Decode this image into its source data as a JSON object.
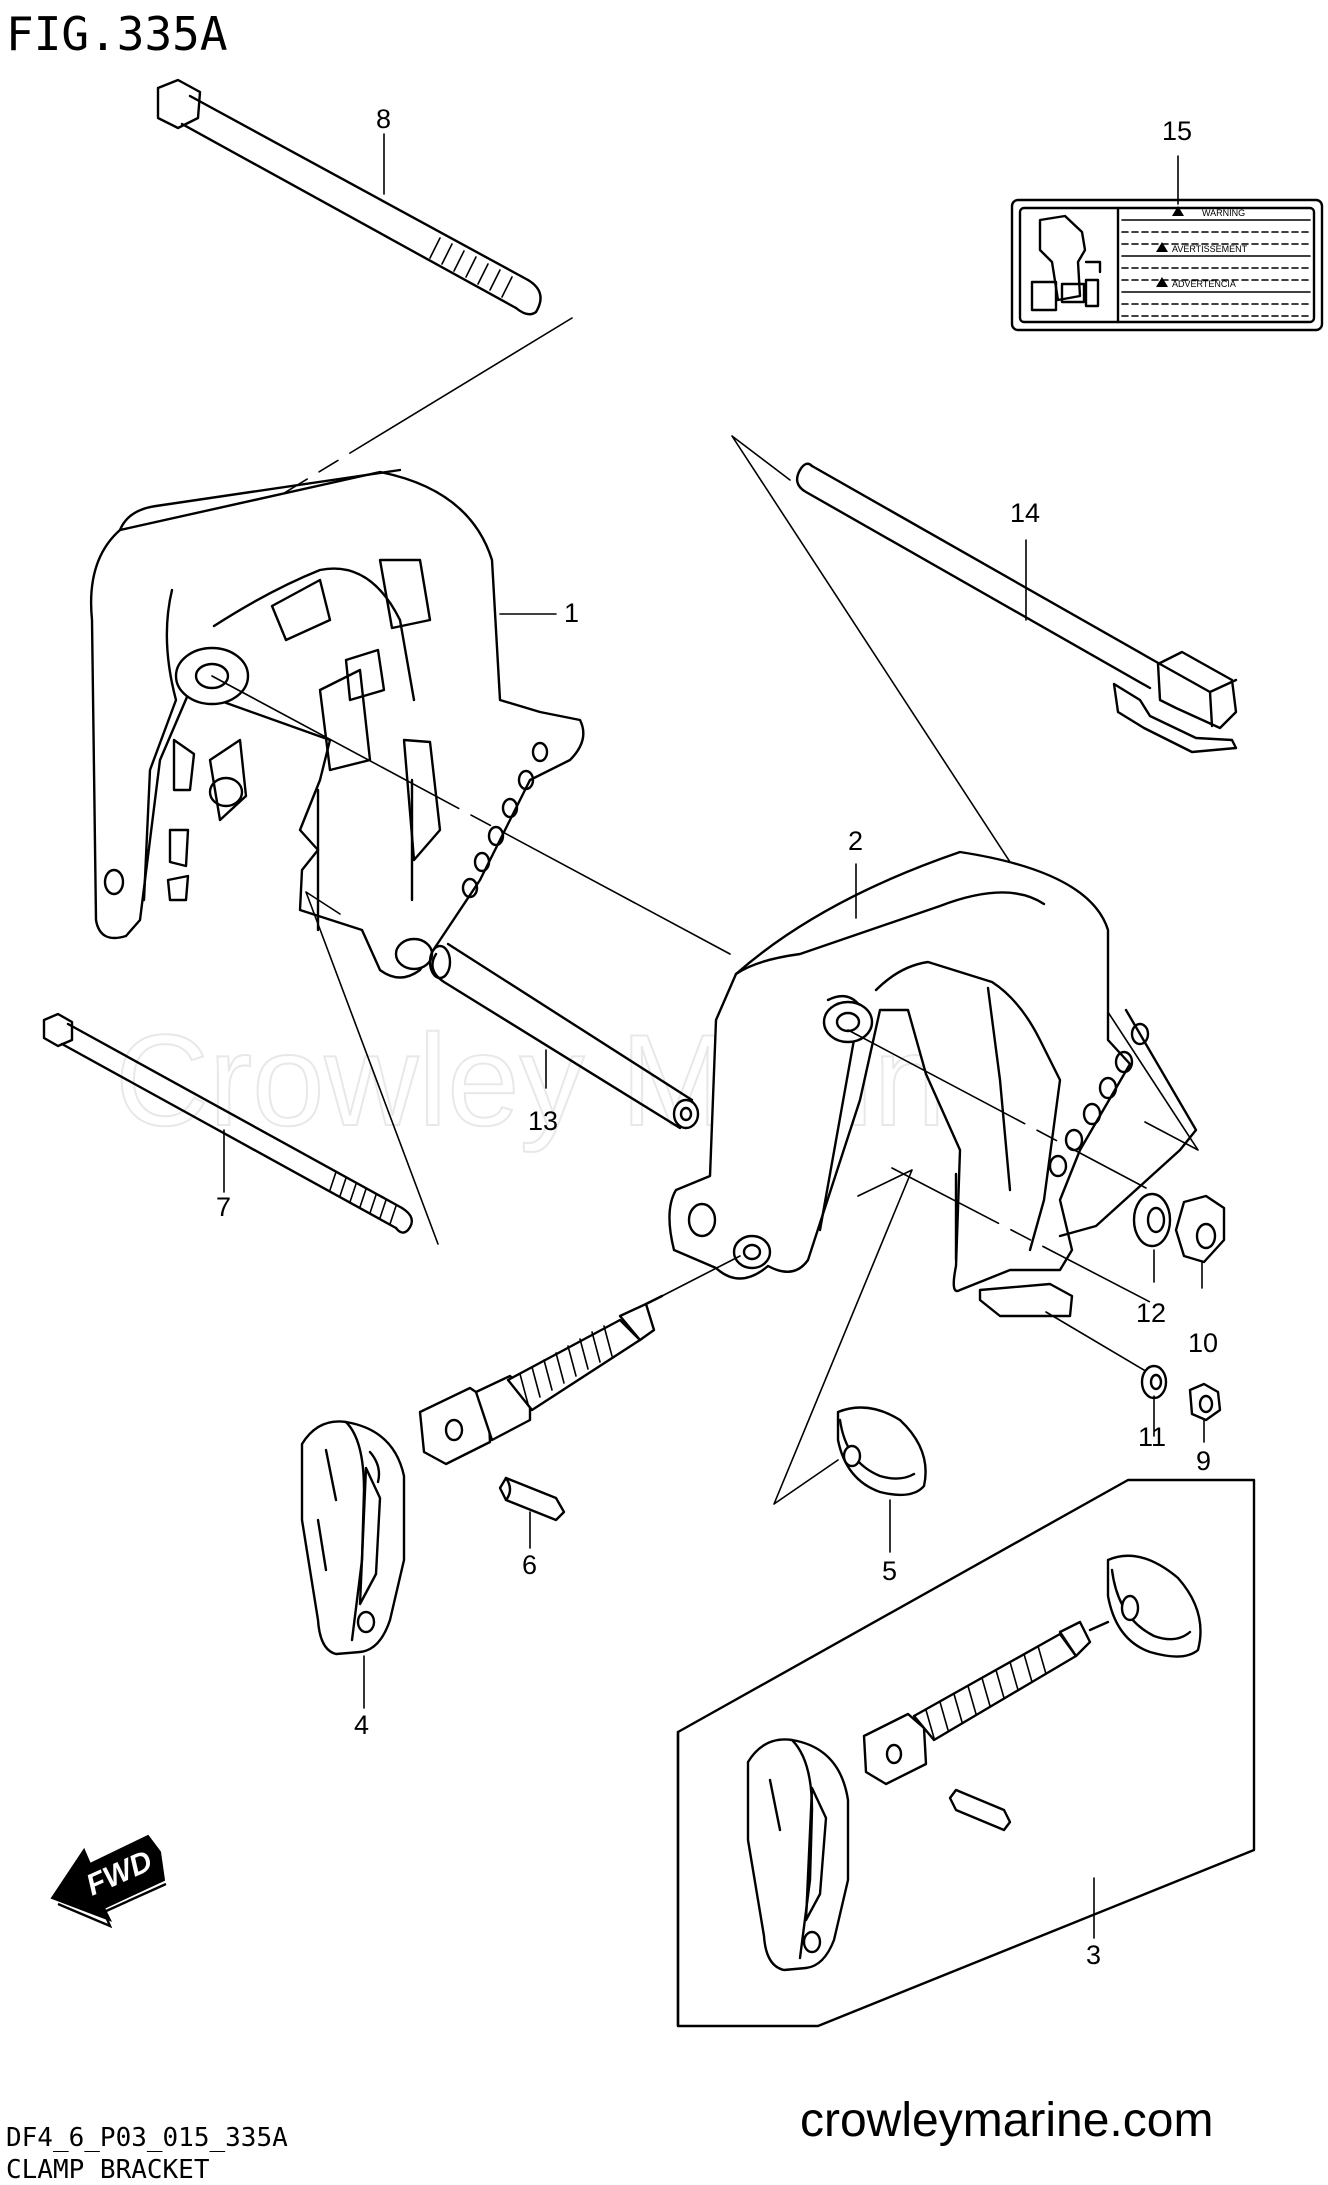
{
  "figure": {
    "title": "FIG.335A",
    "watermark": "Crowley Marine",
    "website": "crowleymarine.com",
    "diagram_code": "DF4_6_P03_015_335A",
    "caption": "CLAMP BRACKET"
  },
  "callouts": [
    "1",
    "2",
    "3",
    "4",
    "5",
    "6",
    "7",
    "8",
    "9",
    "10",
    "11",
    "12",
    "13",
    "14",
    "15"
  ],
  "warning_label": {
    "lines": [
      "WARNING",
      "AVERTISSEMENT",
      "ADVERTENCIA"
    ]
  },
  "fwd_arrow": {
    "text": "FWD"
  },
  "colors": {
    "ink": "#000000",
    "paper": "#ffffff",
    "watermark": "#e8e8e8"
  }
}
